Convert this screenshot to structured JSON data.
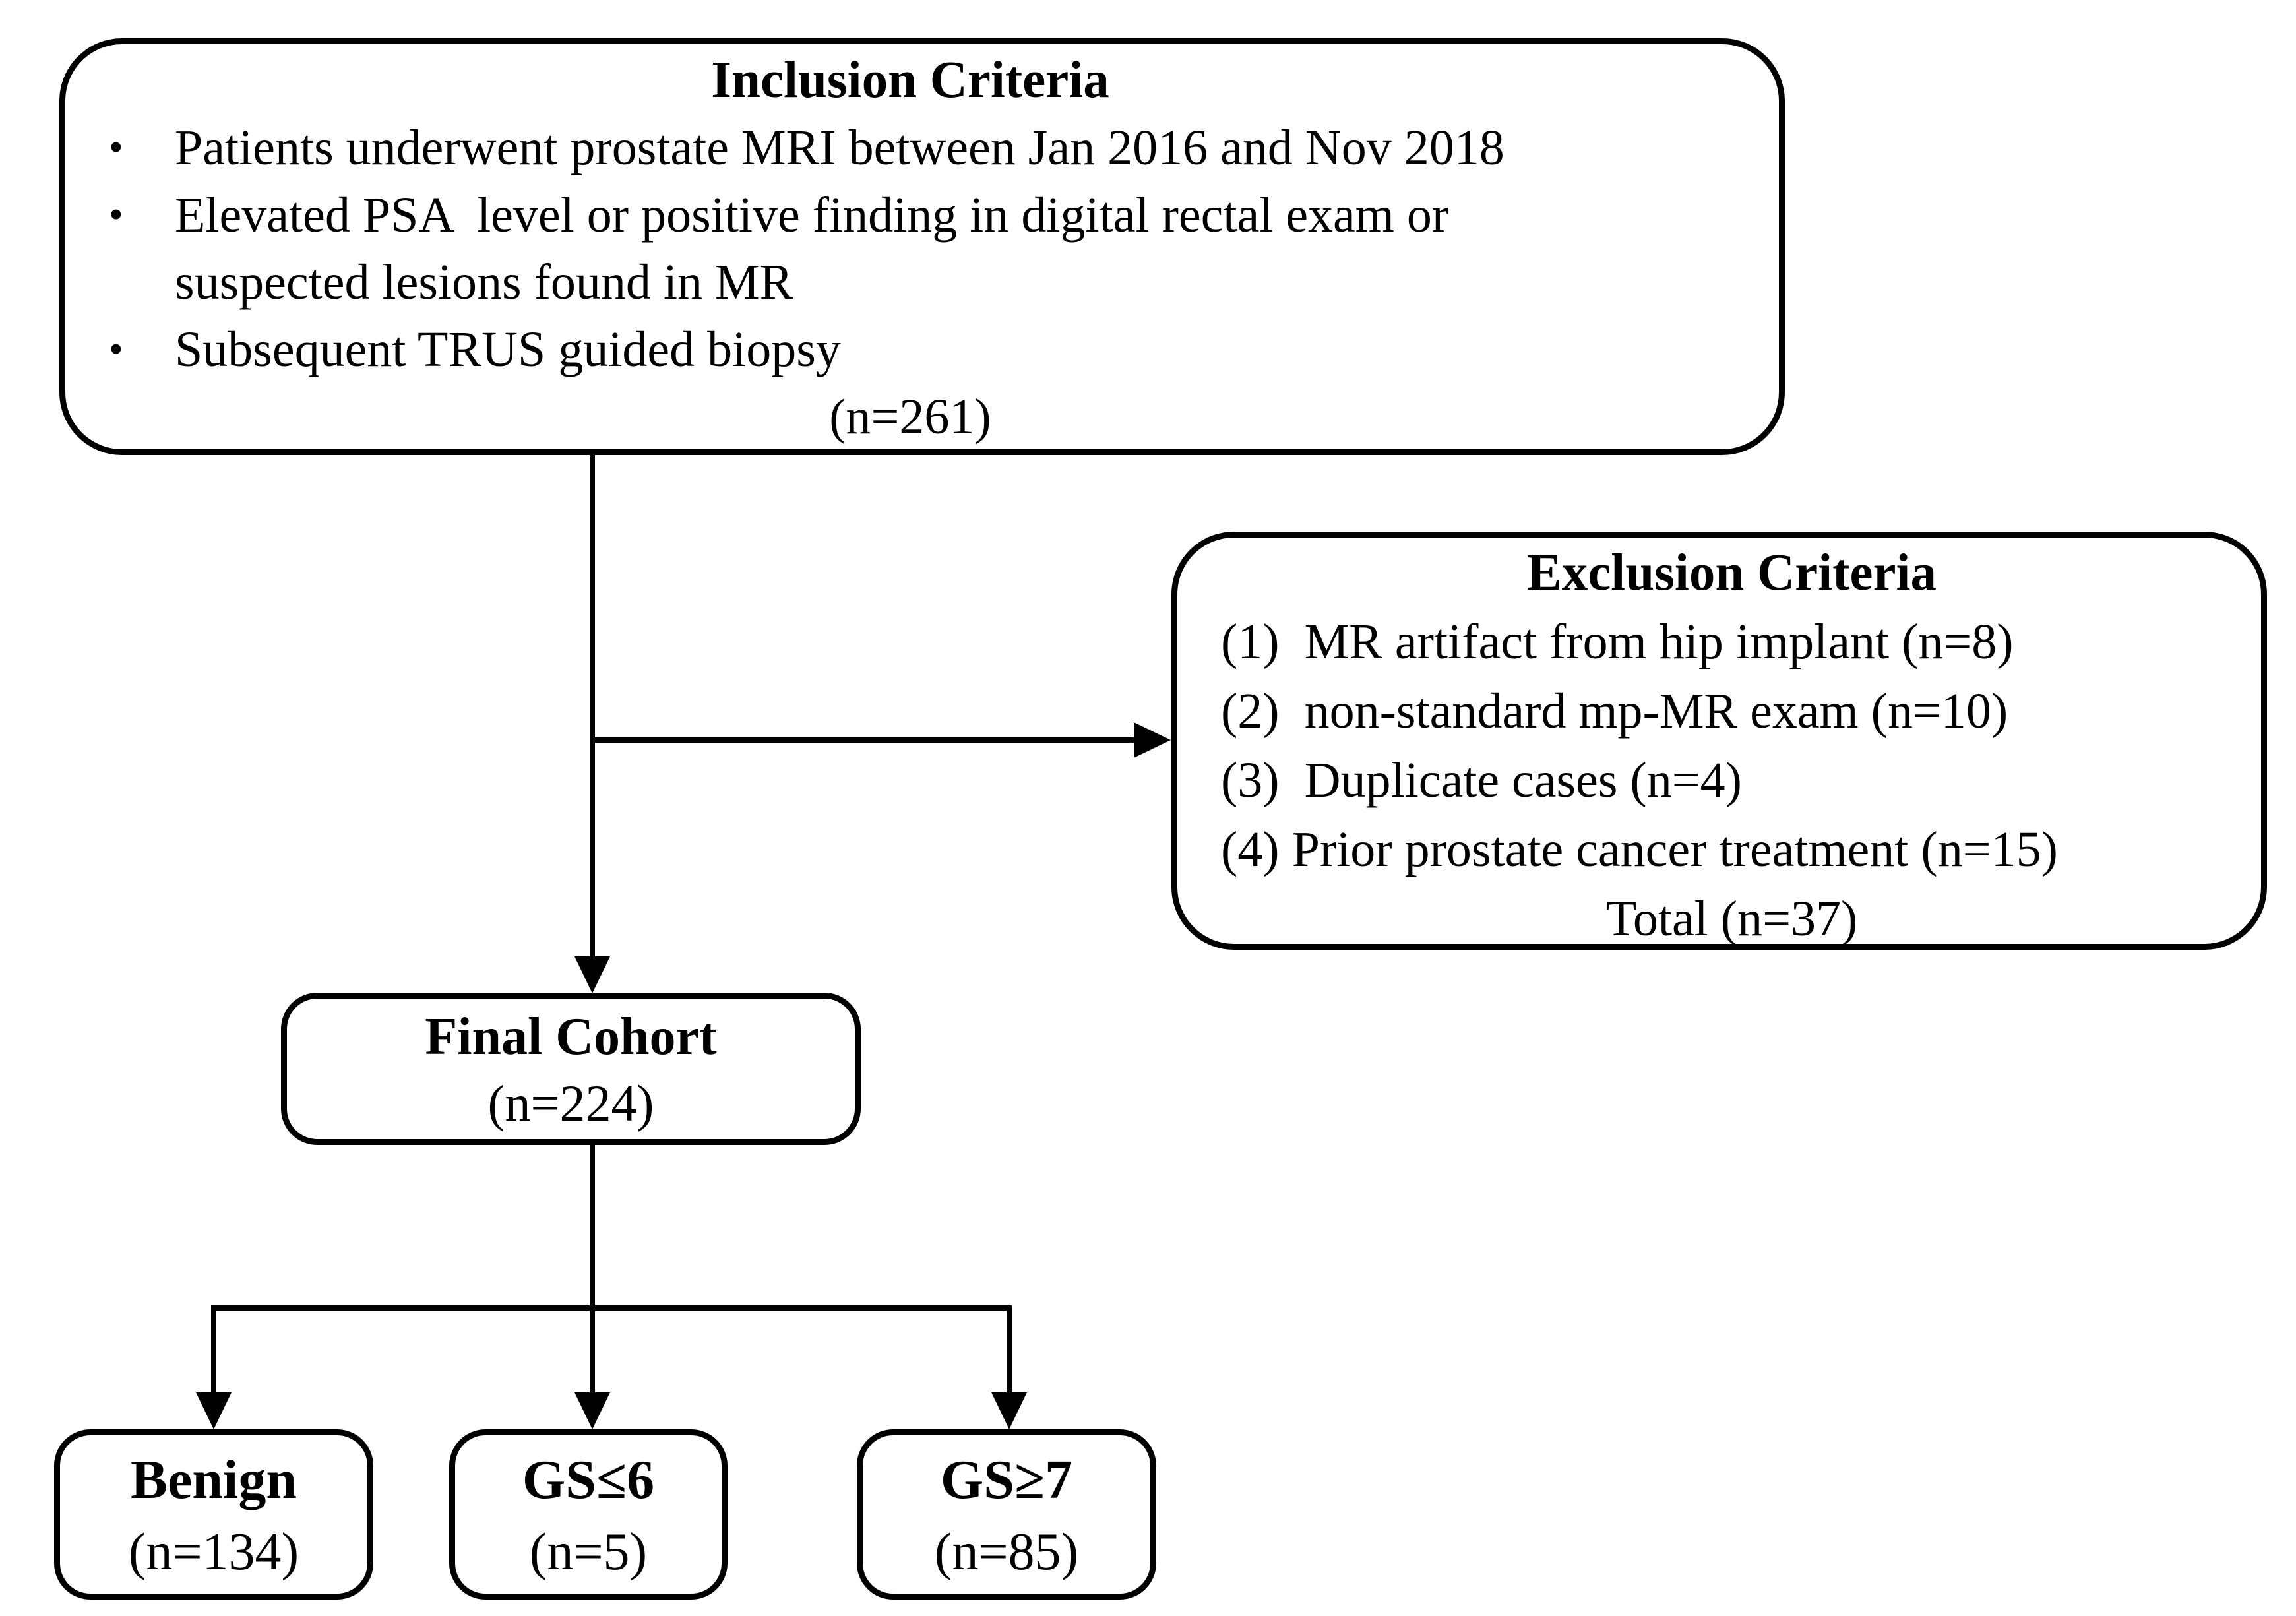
{
  "colors": {
    "ink": "#000000",
    "background": "#ffffff"
  },
  "inclusion": {
    "title": "Inclusion Criteria",
    "bullet_glyph": "•",
    "bullets": [
      "Patients underwent prostate MRI between Jan 2016 and Nov 2018",
      "Elevated PSA  level or positive finding in digital rectal exam or\nsuspected lesions found in MR",
      "Subsequent TRUS guided biopsy"
    ],
    "count": "(n=261)"
  },
  "exclusion": {
    "title": "Exclusion Criteria",
    "items": [
      "(1)  MR artifact from hip implant (n=8)",
      "(2)  non-standard mp-MR exam (n=10)",
      "(3)  Duplicate cases (n=4)",
      "(4) Prior prostate cancer treatment (n=15)"
    ],
    "total": "Total (n=37)"
  },
  "final_cohort": {
    "title": "Final Cohort",
    "count": "(n=224)"
  },
  "outcomes": [
    {
      "label": "Benign",
      "count": "(n=134)"
    },
    {
      "label": "GS≤6",
      "count": "(n=5)"
    },
    {
      "label": "GS≥7",
      "count": "(n=85)"
    }
  ]
}
